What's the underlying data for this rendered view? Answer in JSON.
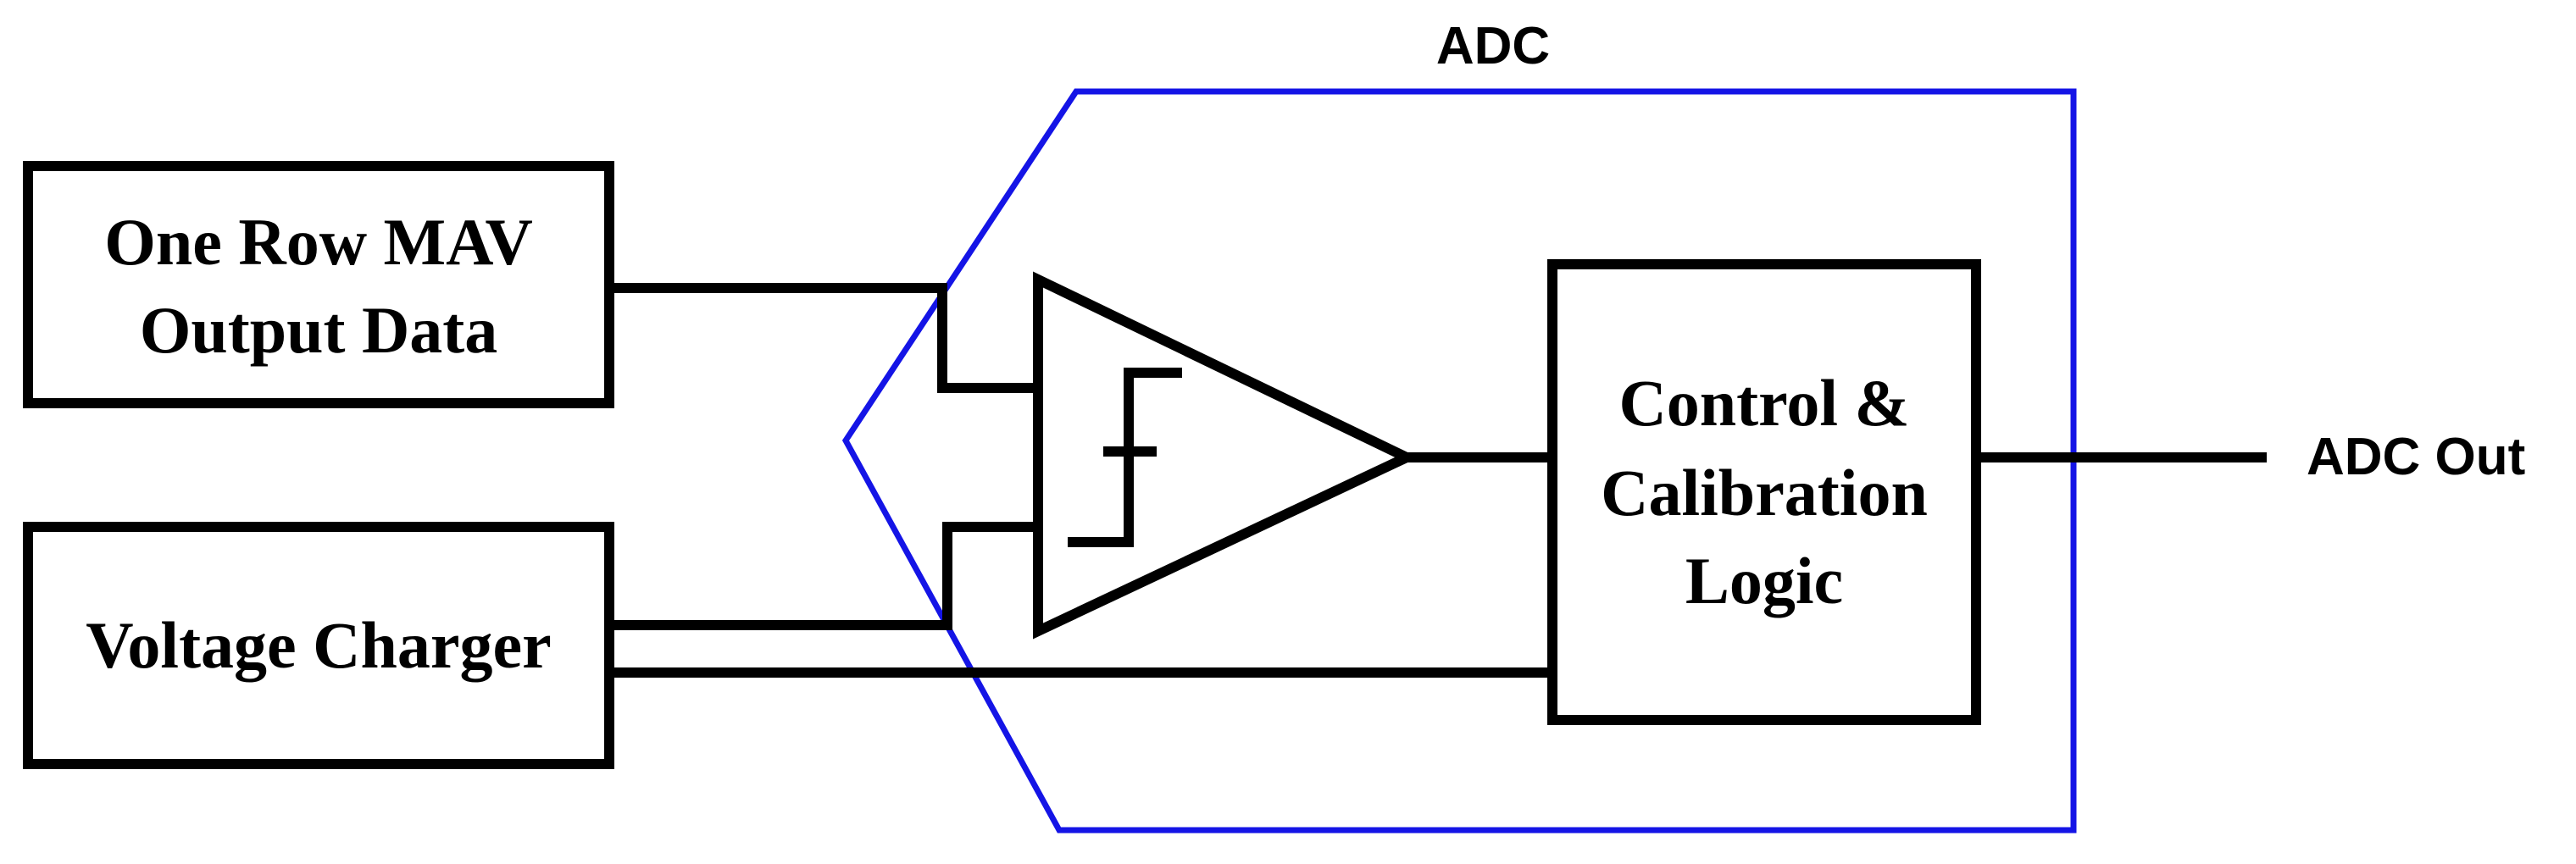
{
  "adc": {
    "label": "ADC",
    "outline_color": "#1414e6"
  },
  "blocks": {
    "mav": {
      "line1": "One Row MAV",
      "line2": "Output Data"
    },
    "charger": {
      "label": "Voltage Charger"
    },
    "control": {
      "line1": "Control &",
      "line2": "Calibration",
      "line3": "Logic"
    }
  },
  "comparator": {
    "symbol": "hysteresis-icon"
  },
  "output": {
    "label": "ADC Out"
  }
}
